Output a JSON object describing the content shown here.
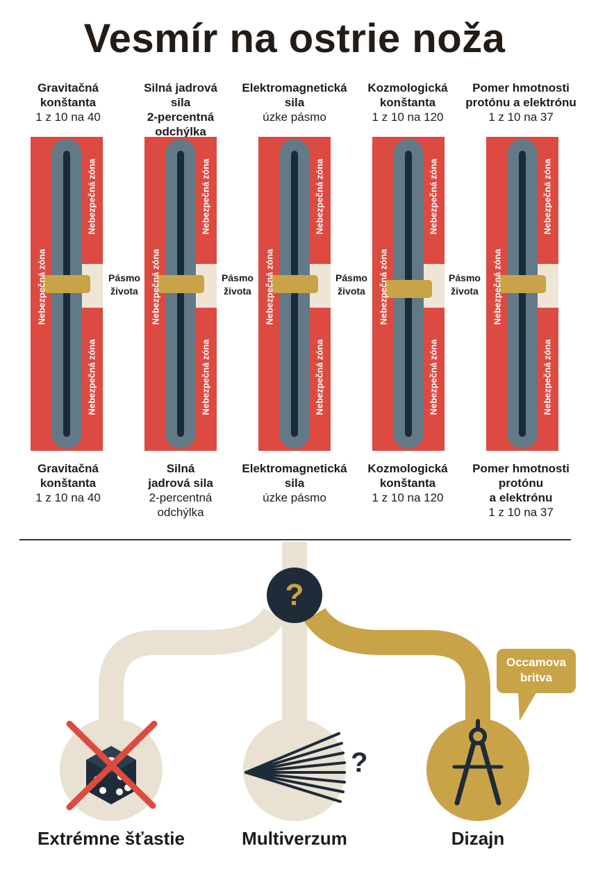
{
  "title": "Vesmír na ostrie noža",
  "danger_label": "Nebezpečná zóna",
  "life_band": [
    "Pásmo",
    "života"
  ],
  "constants_top": [
    {
      "name": [
        "Gravitačná",
        "konštanta"
      ],
      "value": [
        "1 z 10 na 40"
      ]
    },
    {
      "name": [
        "Silná jadrová",
        "sila",
        "2-percentná",
        "odchýlka"
      ],
      "value": []
    },
    {
      "name": [
        "Elektromagnetická",
        "sila"
      ],
      "value": [
        "úzke pásmo"
      ]
    },
    {
      "name": [
        "Kozmologická",
        "konštanta"
      ],
      "value": [
        "1 z 10 na 120"
      ]
    },
    {
      "name": [
        "Pomer hmotnosti",
        "protónu a elektrónu"
      ],
      "value": [
        "1 z 10 na 37"
      ]
    }
  ],
  "constants_bottom": [
    {
      "name": [
        "Gravitačná",
        "konštanta"
      ],
      "value": [
        "1 z 10 na 40"
      ]
    },
    {
      "name": [
        "Silná",
        "jadrová sila"
      ],
      "value": [
        "2-percentná",
        "odchýlka"
      ]
    },
    {
      "name": [
        "Elektromagnetická",
        "sila"
      ],
      "value": [
        "úzke pásmo"
      ]
    },
    {
      "name": [
        "Kozmologická",
        "konštanta"
      ],
      "value": [
        "1 z 10 na 120"
      ]
    },
    {
      "name": [
        "Pomer hmotnosti",
        "protónu",
        "a elektrónu"
      ],
      "value": [
        "1 z 10 na 37"
      ]
    }
  ],
  "decision": {
    "symbol": "?",
    "options": [
      {
        "label": "Extrémne šťastie",
        "icon": "crossed-dice-icon"
      },
      {
        "label": "Multiverzum",
        "icon": "diverging-lines-icon",
        "mark": "?"
      },
      {
        "label": "Dizajn",
        "icon": "compass-icon"
      }
    ],
    "callout": [
      "Occamova",
      "britva"
    ]
  },
  "colors": {
    "danger": "#dc4a41",
    "life": "#efe5d6",
    "track": "#627987",
    "knob": "#c9a347",
    "navy": "#1e2b38",
    "path_neutral": "#e9e1d2",
    "path_highlight": "#c9a347"
  }
}
